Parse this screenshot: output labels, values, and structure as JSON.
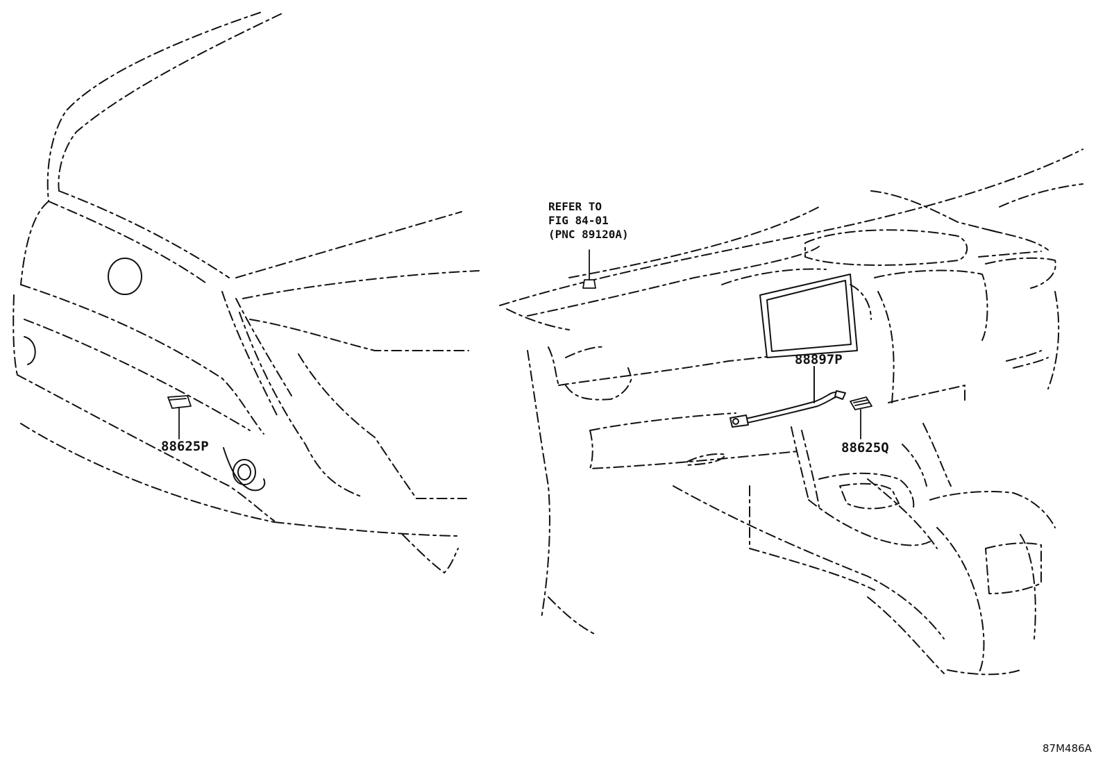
{
  "diagram": {
    "labels": {
      "part_88625P": "88625P",
      "part_88897P": "88897P",
      "part_88625Q": "88625Q",
      "ref_line1": "REFER TO",
      "ref_line2": "FIG 84-01",
      "ref_line3": "(PNC 89120A)",
      "figure_code": "87M486A"
    }
  }
}
